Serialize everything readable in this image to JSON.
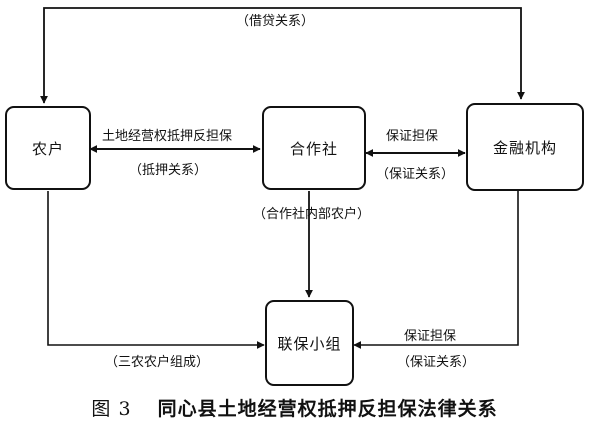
{
  "nodes": {
    "farmer": "农户",
    "cooperative": "合作社",
    "financial": "金融机构",
    "group": "联保小组"
  },
  "edges": {
    "top_loan": "（借贷关系）",
    "land_guarantee": "土地经营权抵押反担保",
    "mortgage_relation": "（抵押关系）",
    "coop_guarantee": "保证担保",
    "coop_guarantee_relation": "（保证关系）",
    "internal_farmers": "（合作社内部农户）",
    "sannong": "（三农农户组成）",
    "group_guarantee": "保证担保",
    "group_guarantee_relation": "（保证关系）"
  },
  "caption": {
    "figure": "图 3",
    "title": "同心县土地经营权抵押反担保法律关系"
  }
}
